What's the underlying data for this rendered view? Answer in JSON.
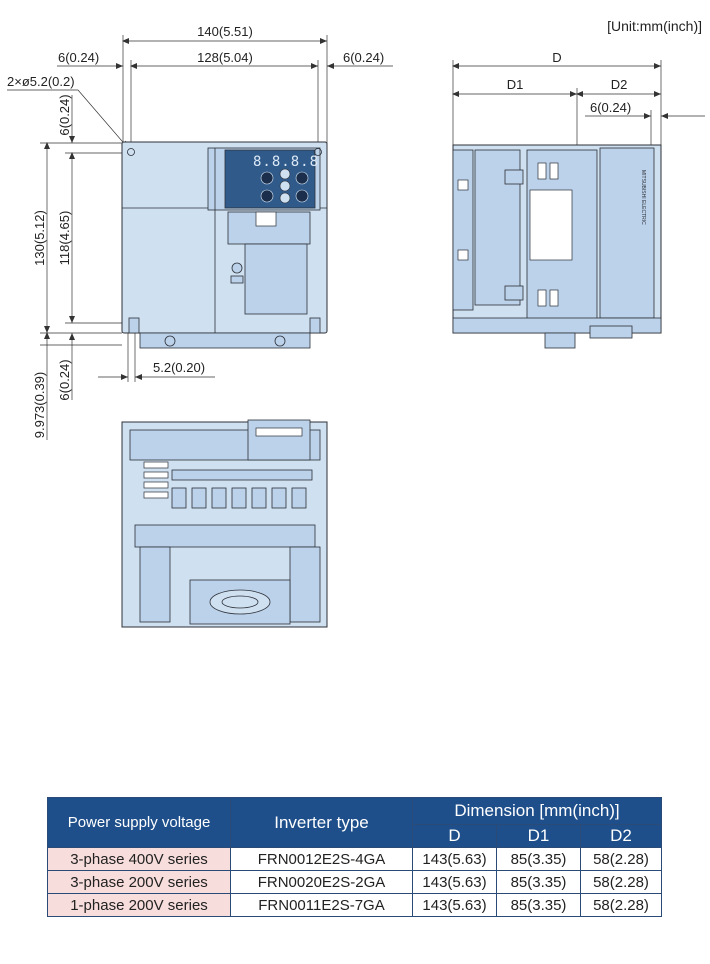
{
  "unit_label": "[Unit:mm(inch)]",
  "front_view": {
    "width_total": "140(5.51)",
    "width_inner": "128(5.04)",
    "margin_left": "6(0.24)",
    "margin_right": "6(0.24)",
    "hole_spec": "2×ø5.2(0.2)",
    "top_offset": "6(0.24)",
    "height_total": "130(5.12)",
    "height_inner": "118(4.65)",
    "bottom_offset": "6(0.24)",
    "bottom_slot_height": "9.973(0.39)",
    "slot_width": "5.2(0.20)"
  },
  "side_view": {
    "depth_total": "D",
    "depth_part1": "D1",
    "depth_part2": "D2",
    "lip": "6(0.24)"
  },
  "table": {
    "headers": {
      "voltage": "Power supply voltage",
      "type": "Inverter type",
      "dimension": "Dimension [mm(inch)]",
      "d": "D",
      "d1": "D1",
      "d2": "D2"
    },
    "rows": [
      {
        "voltage": "3-phase 400V series",
        "type": "FRN0012E2S-4GA",
        "d": "143(5.63)",
        "d1": "85(3.35)",
        "d2": "58(2.28)"
      },
      {
        "voltage": "3-phase 200V series",
        "type": "FRN0020E2S-2GA",
        "d": "143(5.63)",
        "d1": "85(3.35)",
        "d2": "58(2.28)"
      },
      {
        "voltage": "1-phase 200V series",
        "type": "FRN0011E2S-7GA",
        "d": "143(5.63)",
        "d1": "85(3.35)",
        "d2": "58(2.28)"
      }
    ]
  }
}
